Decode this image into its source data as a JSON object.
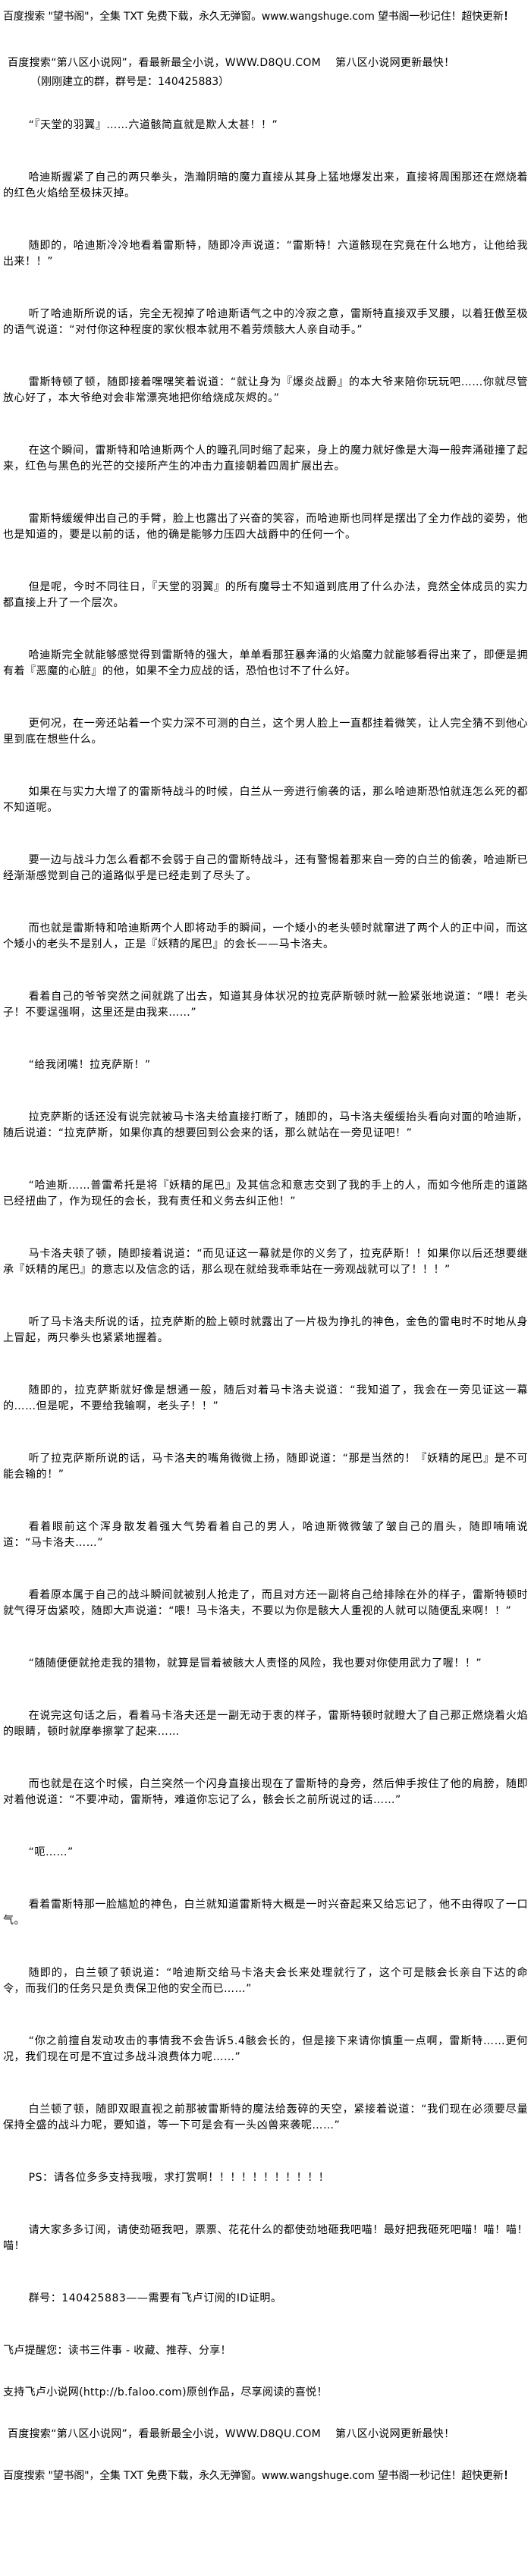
{
  "header": {
    "banner_text": "百度搜索 \"望书阁\"，全集 TXT 免费下载，永久无弹窗。www.wangshuge.com 望书阁一秒记住！超快更新",
    "banner_excl": "！",
    "ad_text": "百度搜索“第八区小说网”，看最新最全小说，WWW.D8QU.COM　 第八区小说网更新最快！",
    "group_text": "（刚刚建立的群，群号是：140425883）"
  },
  "paragraphs": [
    "“『天堂的羽翼』……六道骸简直就是欺人太甚！！”",
    "哈迪斯握紧了自己的两只拳头，浩瀚阴暗的魔力直接从其身上猛地爆发出来，直接将周围那还在燃烧着的红色火焰给至极抹灭掉。",
    "随即的，哈迪斯冷冷地看着雷斯特，随即冷声说道：“雷斯特！六道骸现在究竟在什么地方，让他给我出来！！”",
    "听了哈迪斯所说的话，完全无视掉了哈迪斯语气之中的冷寂之意，雷斯特直接双手叉腰，以着狂傲至极的语气说道：“对付你这种程度的家伙根本就用不着劳烦骸大人亲自动手。”",
    "雷斯特顿了顿，随即接着嘿嘿笑着说道：“就让身为『爆炎战爵』的本大爷来陪你玩玩吧……你就尽管放心好了，本大爷绝对会非常漂亮地把你给烧成灰烬的。”",
    "在这个瞬间，雷斯特和哈迪斯两个人的瞳孔同时缩了起来，身上的魔力就好像是大海一般奔涌碰撞了起来，红色与黑色的光芒的交接所产生的冲击力直接朝着四周扩展出去。",
    "雷斯特缓缓伸出自己的手臂，脸上也露出了兴奋的笑容，而哈迪斯也同样是摆出了全力作战的姿势，他也是知道的，要是以前的话，他的确是能够力压四大战爵中的任何一个。",
    "但是呢，今时不同往日，『天堂的羽翼』的所有魔导士不知道到底用了什么办法，竟然全体成员的实力都直接上升了一个层次。",
    "哈迪斯完全就能够感觉得到雷斯特的强大，单单看那狂暴奔涌的火焰魔力就能够看得出来了，即便是拥有着『恶魔的心脏』的他，如果不全力应战的话，恐怕也讨不了什么好。",
    "更何况，在一旁还站着一个实力深不可测的白兰，这个男人脸上一直都挂着微笑，让人完全猜不到他心里到底在想些什么。",
    "如果在与实力大增了的雷斯特战斗的时候，白兰从一旁进行偷袭的话，那么哈迪斯恐怕就连怎么死的都不知道呢。",
    "要一边与战斗力怎么看都不会弱于自己的雷斯特战斗，还有警惕着那来自一旁的白兰的偷袭，哈迪斯已经渐渐感觉到自己的道路似乎是已经走到了尽头了。",
    "而也就是雷斯特和哈迪斯两个人即将动手的瞬间，一个矮小的老头顿时就窜进了两个人的正中间，而这个矮小的老头不是别人，正是『妖精的尾巴』的会长——马卡洛夫。",
    "看着自己的爷爷突然之间就跳了出去，知道其身体状况的拉克萨斯顿时就一脸紧张地说道：“喂！老头子！不要逞强啊，这里还是由我来……”",
    "“给我闭嘴！拉克萨斯！”",
    "拉克萨斯的话还没有说完就被马卡洛夫给直接打断了，随即的，马卡洛夫缓缓抬头看向对面的哈迪斯，随后说道：“拉克萨斯，如果你真的想要回到公会来的话，那么就站在一旁见证吧！”",
    "“哈迪斯……普雷希托是将『妖精的尾巴』及其信念和意志交到了我的手上的人，而如今他所走的道路已经扭曲了，作为现任的会长，我有责任和义务去纠正他！”",
    "马卡洛夫顿了顿，随即接着说道：“而见证这一幕就是你的义务了，拉克萨斯！！如果你以后还想要继承『妖精的尾巴』的意志以及信念的话，那么现在就给我乖乖站在一旁观战就可以了！！！”",
    "听了马卡洛夫所说的话，拉克萨斯的脸上顿时就露出了一片极为挣扎的神色，金色的雷电时不时地从身上冒起，两只拳头也紧紧地握着。",
    "随即的，拉克萨斯就好像是想通一般，随后对着马卡洛夫说道：“我知道了，我会在一旁见证这一幕的……但是呢，不要给我输啊，老头子！！”",
    "听了拉克萨斯所说的话，马卡洛夫的嘴角微微上扬，随即说道：“那是当然的！『妖精的尾巴』是不可能会输的！”",
    "看着眼前这个浑身散发着强大气势看着自己的男人，哈迪斯微微皱了皱自己的眉头，随即喃喃说道：“马卡洛夫……”",
    "看着原本属于自己的战斗瞬间就被别人抢走了，而且对方还一副将自己给排除在外的样子，雷斯特顿时就气得牙齿紧咬，随即大声说道：“喂！马卡洛夫，不要以为你是骸大人重视的人就可以随便乱来啊！！”",
    "“随随便便就抢走我的猎物，就算是冒着被骸大人责怪的风险，我也要对你使用武力了喔！！”",
    "在说完这句话之后，看着马卡洛夫还是一副无动于衷的样子，雷斯特顿时就瞪大了自己那正燃烧着火焰的眼睛，顿时就摩拳擦掌了起来……",
    "而也就是在这个时候，白兰突然一个闪身直接出现在了雷斯特的身旁，然后伸手按住了他的肩膀，随即对着他说道：“不要冲动，雷斯特，难道你忘记了么，骸会长之前所说过的话……”",
    "“呃……”",
    "看着雷斯特那一脸尴尬的神色，白兰就知道雷斯特大概是一时兴奋起来又给忘记了，他不由得叹了一口气。",
    "随即的，白兰顿了顿说道：“哈迪斯交给马卡洛夫会长来处理就行了，这个可是骸会长亲自下达的命令，而我们的任务只是负责保卫他的安全而已……”",
    "“你之前擅自发动攻击的事情我不会告诉5.4骸会长的，但是接下来请你慎重一点啊，雷斯特……更何况，我们现在可是不宜过多战斗浪费体力呢……”",
    "白兰顿了顿，随即双眼直视之前那被雷斯特的魔法给轰碎的天空，紧接着说道：“我们现在必须要尽量保持全盛的战斗力呢，要知道，等一下可是会有一头凶兽来袭呢……”",
    "PS：请各位多多支持我哦，求打赏啊！！！！！！！！！！！",
    "请大家多多订阅，请使劲砸我吧，票票、花花什么的都使劲地砸我吧喵！最好把我砸死吧喵！喵！喵！喵！",
    "群号：140425883——需要有飞卢订阅的ID证明。"
  ],
  "footer": {
    "reminder": "飞卢提醒您：读书三件事 - 收藏、推荐、分享！",
    "support": "支持飞卢小说网(http://b.faloo.com)原创作品，尽享阅读的喜悦！",
    "ad_text": "百度搜索“第八区小说网”，看最新最全小说，WWW.D8QU.COM　 第八区小说网更新最快！",
    "banner_text": "百度搜索 \"望书阁\"，全集 TXT 免费下载，永久无弹窗。www.wangshuge.com 望书阁一秒记住！超快更新",
    "banner_excl": "！"
  }
}
